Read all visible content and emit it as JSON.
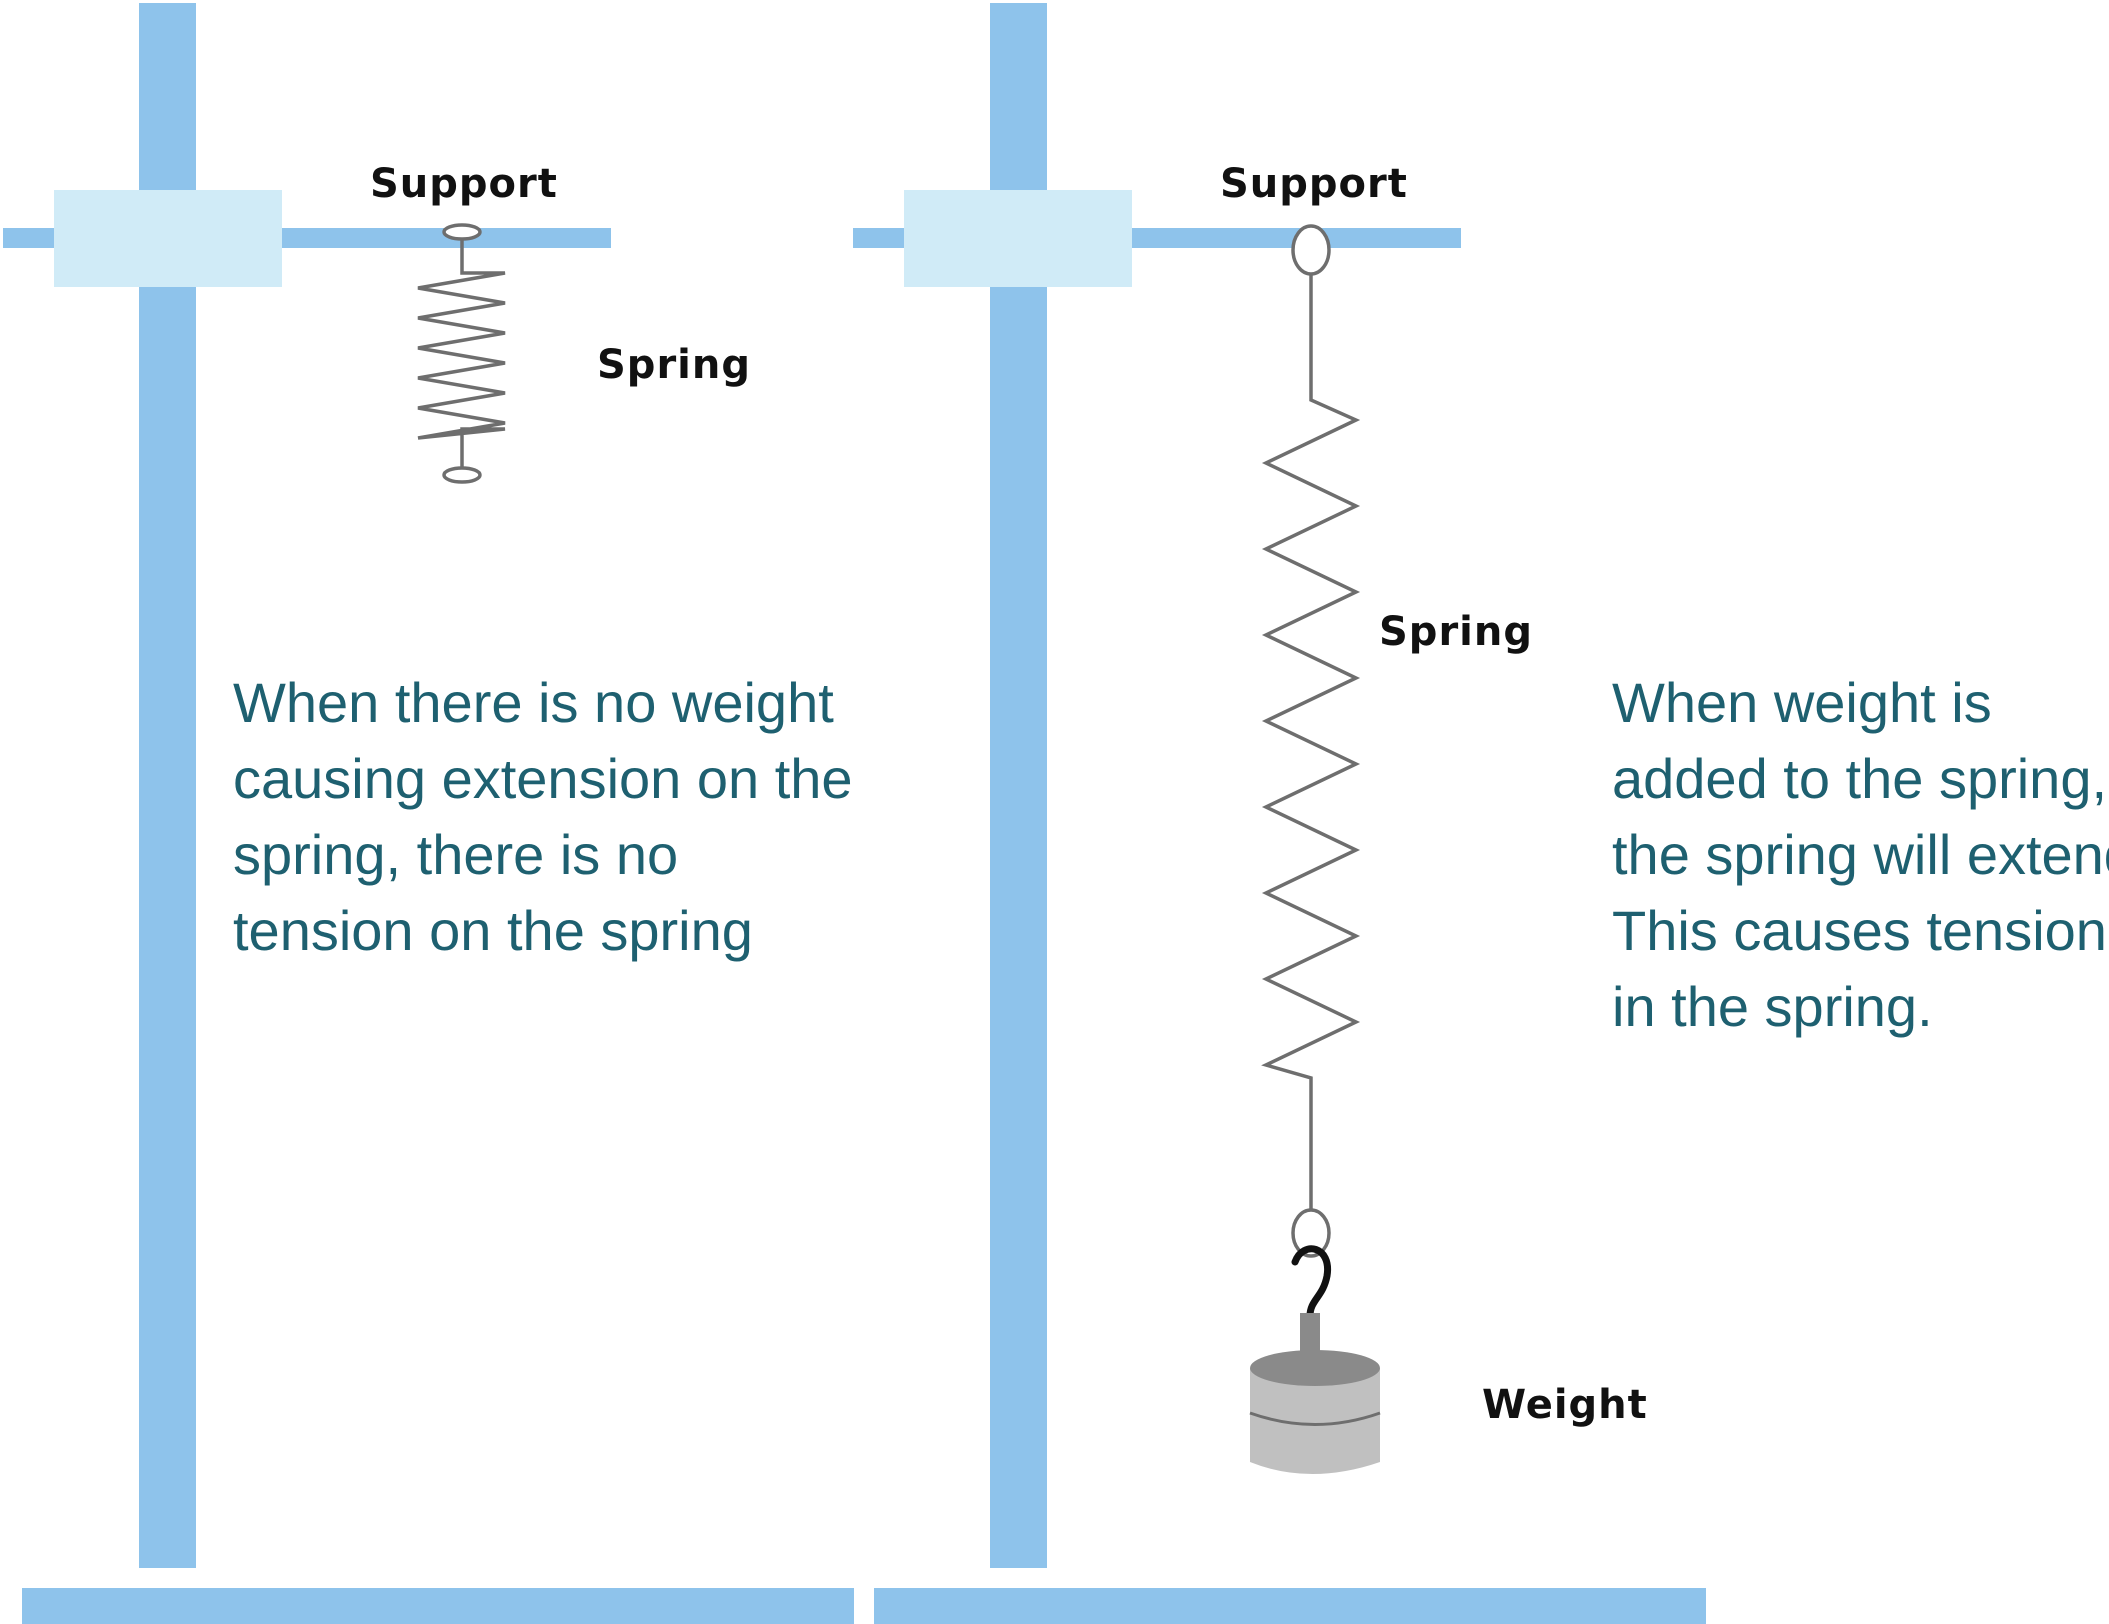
{
  "colors": {
    "stand": "#8ec3eb",
    "clamp": "#d0ebf7",
    "spring": "#6e6e6e",
    "text": "#1e6070",
    "label": "#111111",
    "weight_top": "#8a8a8a",
    "weight_body": "#c0c0c0",
    "hook": "#111111"
  },
  "left_panel": {
    "support_label": "Support",
    "spring_label": "Spring",
    "description": [
      "When there is no weight",
      "causing extension on the",
      "spring, there is no",
      "tension on the spring"
    ]
  },
  "right_panel": {
    "support_label": "Support",
    "spring_label": "Spring",
    "weight_label": "Weight",
    "description": [
      "When weight is",
      "added to the spring,",
      "the spring will extend.",
      "This causes tension",
      "in the spring."
    ]
  }
}
